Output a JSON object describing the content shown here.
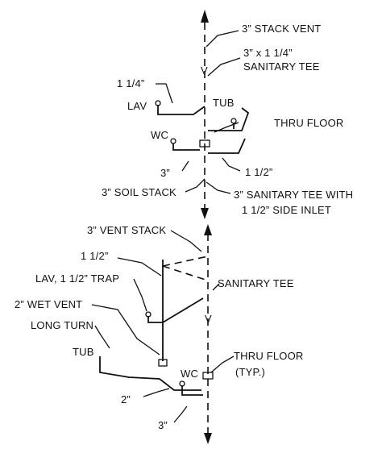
{
  "upper_diagram": {
    "stack_vent": "3” STACK VENT",
    "sanitary_tee_line1": "3” x 1 1/4”",
    "sanitary_tee_line2": "SANITARY TEE",
    "branch_size": "1 1/4”",
    "lav": "LAV",
    "tub": "TUB",
    "thru_floor": "THRU FLOOR",
    "wc": "WC",
    "size_3": "3”",
    "size_1_5": "1 1/2”",
    "soil_stack": "3” SOIL STACK",
    "side_inlet_tee_line1": "3” SANITARY TEE WITH",
    "side_inlet_tee_line2": "1 1/2” SIDE INLET"
  },
  "lower_diagram": {
    "vent_stack": "3” VENT STACK",
    "size_1_5": "1 1/2”",
    "sanitary_tee": "SANITARY TEE",
    "lav_trap": "LAV, 1 1/2” TRAP",
    "wet_vent": "2” WET VENT",
    "long_turn": "LONG TURN",
    "tub": "TUB",
    "wc": "WC",
    "thru_floor_line1": "THRU FLOOR",
    "thru_floor_line2": "(TYP.)",
    "size_2": "2”",
    "size_3": "3”"
  }
}
